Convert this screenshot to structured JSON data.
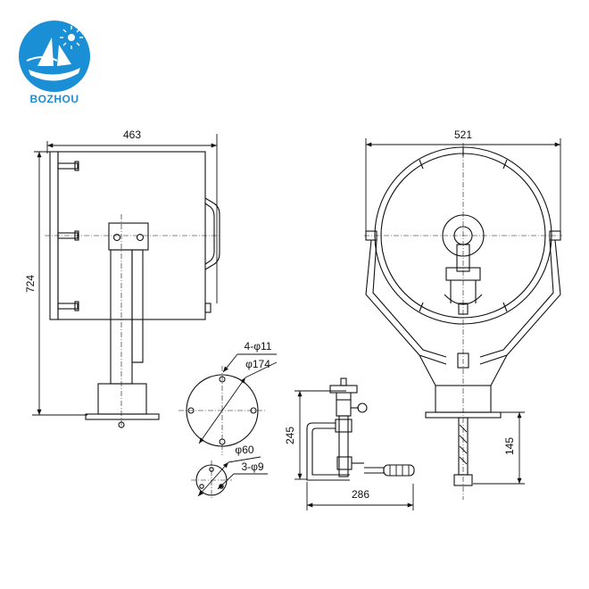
{
  "brand": {
    "name": "BOZHOU",
    "color": "#1b8fd6",
    "logo_icon": "ship-sail-logo-icon"
  },
  "dimensions": {
    "side_width": "463",
    "side_height": "724",
    "front_width": "521",
    "base_height": "145",
    "bracket_height": "245",
    "bracket_width": "286"
  },
  "base_flange": {
    "holes_label": "4-φ11",
    "pcd_label": "φ174"
  },
  "small_flange": {
    "pcd_label": "φ60",
    "holes_label": "3-φ9"
  }
}
